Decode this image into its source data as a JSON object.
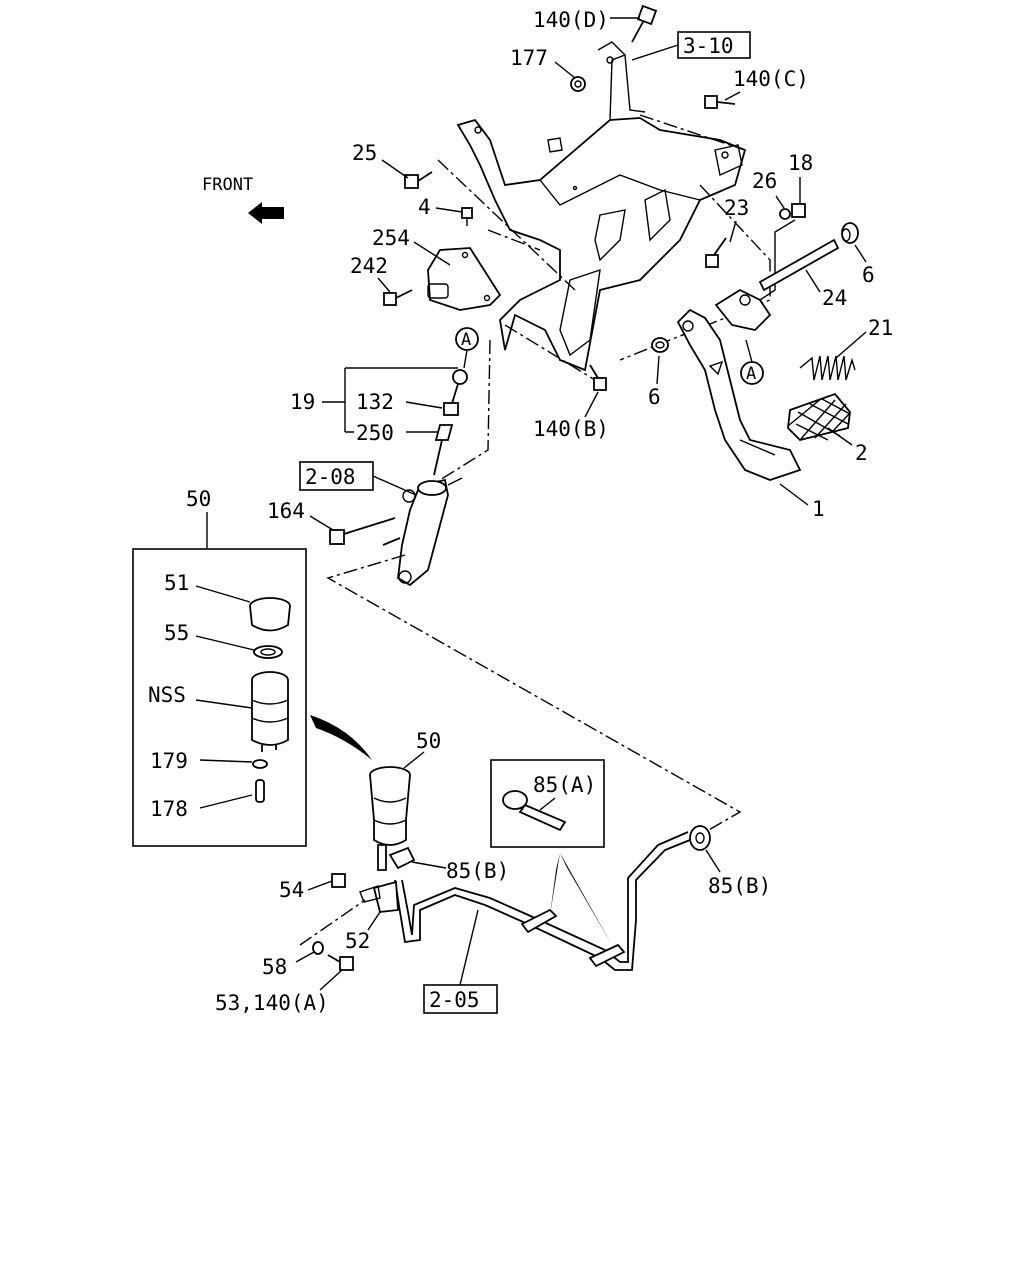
{
  "labels": {
    "p140d": "140(D)",
    "p177": "177",
    "ref310": "3-10",
    "p140c": "140(C)",
    "p25": "25",
    "front": "FRONT",
    "p26": "26",
    "p18": "18",
    "p4": "4",
    "p23": "23",
    "p254": "254",
    "p242": "242",
    "p6a": "6",
    "p24": "24",
    "p21": "21",
    "pA1": "A",
    "pA2": "A",
    "p19": "19",
    "p132": "132",
    "p250": "250",
    "p6b": "6",
    "p140b": "140(B)",
    "p2": "2",
    "ref208": "2-08",
    "p1": "1",
    "p50a": "50",
    "p164": "164",
    "p51": "51",
    "p55": "55",
    "pnss": "NSS",
    "p179": "179",
    "p178": "178",
    "p50b": "50",
    "p85a": "85(A)",
    "p85b1": "85(B)",
    "p85b2": "85(B)",
    "p54": "54",
    "p52": "52",
    "p58": "58",
    "p53": "53,140(A)",
    "ref205": "2-05"
  }
}
